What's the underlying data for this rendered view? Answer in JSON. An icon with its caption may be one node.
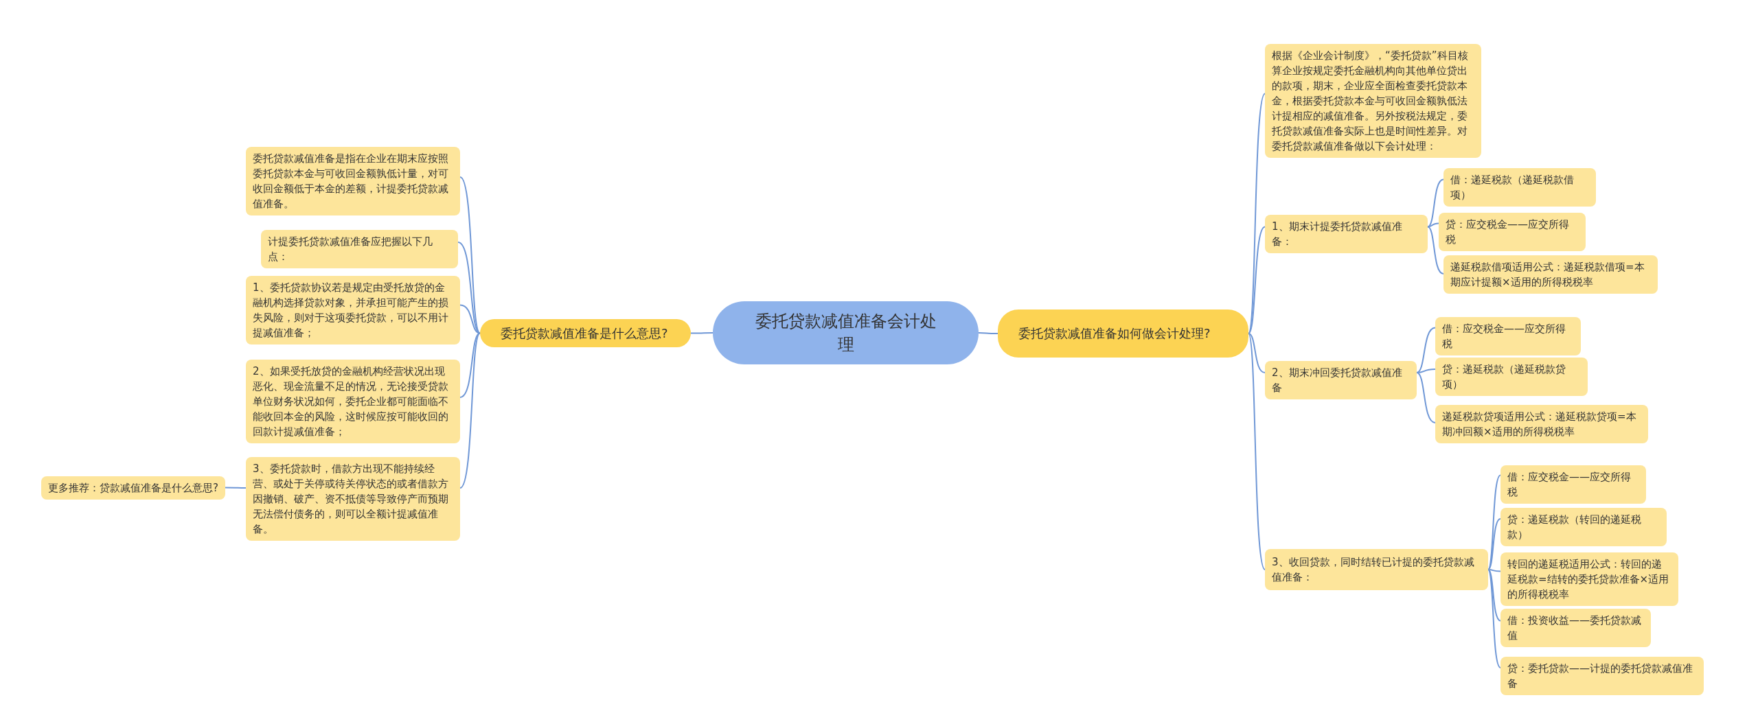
{
  "diagram": {
    "nodes": [
      {
        "text": [
          "委托贷款减值准备会计处理"
        ]
      },
      {
        "text": [
          "委托贷款减值准备是什么意思?"
        ]
      },
      {
        "text": [
          "委托贷款减值准备是指在企业在期末应按照委托贷款本金与可收回金额孰低计量，对可收回金额低于本金的差额，计提委托贷款减值准备。"
        ]
      },
      {
        "text": [
          "计提委托贷款减值准备应把握以下几点："
        ]
      },
      {
        "text": [
          "1、委托贷款协议若是规定由受托放贷的金融机构选择贷款对象，并承担可能产生的损失风险，则对于这项委托贷款，可以不用计提减值准备；"
        ]
      },
      {
        "text": [
          "2、如果受托放贷的金融机构经营状况出现恶化、现金流量不足的情况，无论接受贷款单位财务状况如何，委托企业都可能面临不能收回本金的风险，这时候应按可能收回的回款计提减值准备；"
        ]
      },
      {
        "text": [
          "3、委托贷款时，借款方出现不能持续经营、或处于关停或待关停状态的或者借款方因撤销、破产、资不抵债等导致停产而预期无法偿付债务的，则可以全额计提减值准备。"
        ]
      },
      {
        "text": [
          "更多推荐：贷款减值准备是什么意思?"
        ]
      },
      {
        "text": [
          "委托贷款减值准备如何做会计处理?"
        ]
      },
      {
        "text": [
          "根据《企业会计制度》，“委托贷款”科目核算企业按规定委托金融机构向其他单位贷出的款项，期末，企业应全面检查委托贷款本金，根据委托贷款本金与可收回金额孰低法计提相应的减值准备。另外按税法规定，委托贷款减值准备实际上也是时间性差异。对委托贷款减值准备做以下会计处理："
        ]
      },
      {
        "text": [
          "1、期末计提委托贷款减值准备："
        ]
      },
      {
        "text": [
          "借：递延税款（递延税款借项）"
        ]
      },
      {
        "text": [
          "贷：应交税金——应交所得税"
        ]
      },
      {
        "text": [
          "递延税款借项适用公式：递延税款借项=本期应计提额×适用的所得税税率"
        ]
      },
      {
        "text": [
          "2、期末冲回委托贷款减值准备"
        ]
      },
      {
        "text": [
          "借：应交税金——应交所得税"
        ]
      },
      {
        "text": [
          "贷：递延税款（递延税款贷项）"
        ]
      },
      {
        "text": [
          "递延税款贷项适用公式：递延税款贷项=本期冲回额×适用的所得税税率"
        ]
      },
      {
        "text": [
          "3、收回贷款，同时结转已计提的委托贷款减值准备："
        ]
      },
      {
        "text": [
          "借：应交税金——应交所得税"
        ]
      },
      {
        "text": [
          "贷：递延税款（转回的递延税款）"
        ]
      },
      {
        "text": [
          "转回的递延税适用公式：转回的递延税款=结转的委托贷款准备×适用的所得税税率"
        ]
      },
      {
        "text": [
          "借：投资收益——委托贷款减值"
        ]
      },
      {
        "text": [
          "贷：委托贷款——计提的委托贷款减值准备"
        ]
      }
    ],
    "edges": [
      {
        "from": 0,
        "to": 1,
        "arrow": "none"
      },
      {
        "from": 0,
        "to": 8,
        "arrow": "none"
      },
      {
        "from": 1,
        "to": 2,
        "arrow": "none"
      },
      {
        "from": 1,
        "to": 3,
        "arrow": "none"
      },
      {
        "from": 1,
        "to": 4,
        "arrow": "none"
      },
      {
        "from": 1,
        "to": 5,
        "arrow": "none"
      },
      {
        "from": 1,
        "to": 6,
        "arrow": "none"
      },
      {
        "from": 6,
        "to": 7,
        "arrow": "none"
      },
      {
        "from": 8,
        "to": 9,
        "arrow": "none"
      },
      {
        "from": 8,
        "to": 10,
        "arrow": "none"
      },
      {
        "from": 8,
        "to": 14,
        "arrow": "none"
      },
      {
        "from": 8,
        "to": 18,
        "arrow": "none"
      },
      {
        "from": 10,
        "to": 11,
        "arrow": "none"
      },
      {
        "from": 10,
        "to": 12,
        "arrow": "none"
      },
      {
        "from": 10,
        "to": 13,
        "arrow": "none"
      },
      {
        "from": 14,
        "to": 15,
        "arrow": "none"
      },
      {
        "from": 14,
        "to": 16,
        "arrow": "none"
      },
      {
        "from": 14,
        "to": 17,
        "arrow": "none"
      },
      {
        "from": 18,
        "to": 19,
        "arrow": "none"
      },
      {
        "from": 18,
        "to": 20,
        "arrow": "none"
      },
      {
        "from": 18,
        "to": 21,
        "arrow": "none"
      },
      {
        "from": 18,
        "to": 22,
        "arrow": "none"
      },
      {
        "from": 18,
        "to": 23,
        "arrow": "none"
      }
    ]
  }
}
